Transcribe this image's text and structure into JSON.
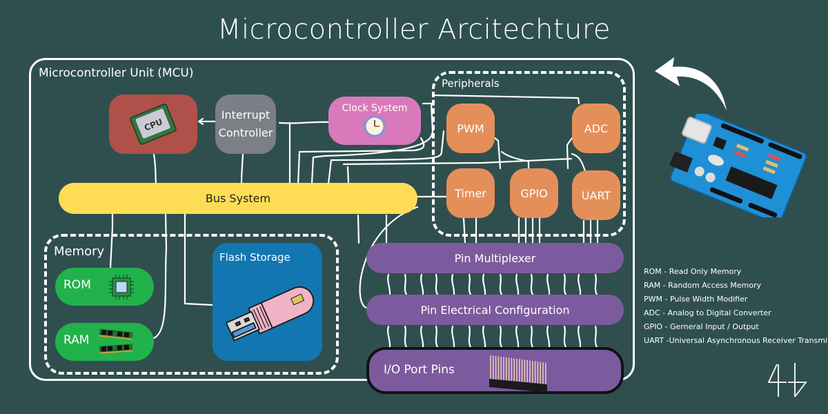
{
  "title": "Microcontroller Arcitechture",
  "colors": {
    "background": "#2f4f4e",
    "cpu": "#b0504a",
    "interrupt_controller": "#7c7f85",
    "clock_system": "#d979bc",
    "bus_system": "#fedd55",
    "peripheral": "#e48f5a",
    "pin_blocks": "#7b5b9d",
    "memory": "#22b24c",
    "flash_storage": "#1276b0"
  },
  "mcu": {
    "label": "Microcontroller Unit (MCU)",
    "cpu": {
      "label": "CPU",
      "icon": "cpu-chip-icon"
    },
    "interrupt_controller": {
      "line1": "Interrupt",
      "line2": "Controller"
    },
    "clock_system": {
      "label": "Clock System",
      "icon": "clock-icon"
    },
    "bus_system": {
      "label": "Bus System"
    },
    "peripherals": {
      "label": "Peripherals",
      "items": [
        {
          "label": "PWM"
        },
        {
          "label": "ADC"
        },
        {
          "label": "Timer"
        },
        {
          "label": "GPIO"
        },
        {
          "label": "UART"
        }
      ]
    },
    "memory": {
      "label": "Memory",
      "rom": {
        "label": "ROM",
        "icon": "chip-icon"
      },
      "ram": {
        "label": "RAM",
        "icon": "ram-stick-icon"
      }
    },
    "flash_storage": {
      "label": "Flash Storage",
      "icon": "usb-drive-icon"
    },
    "pin_multiplexer": {
      "label": "Pin Multiplexer"
    },
    "pin_electrical": {
      "label": "Pin Electrical Configuration"
    },
    "io_port_pins": {
      "label": "I/O Port Pins",
      "icon": "pin-header-icon"
    }
  },
  "side": {
    "arrow_icon": "curved-arrow-icon",
    "board_icon": "arduino-board-icon"
  },
  "legend": [
    "ROM - Read Only Memory",
    "RAM - Random Access Memory",
    "PWM - Pulse Width Modifier",
    "ADC - Analog to Digital Converter",
    "GPIO - Gerneral Input / Output",
    "UART -Universal Asynchronous Receiver Transmitter"
  ],
  "signature": "4b"
}
